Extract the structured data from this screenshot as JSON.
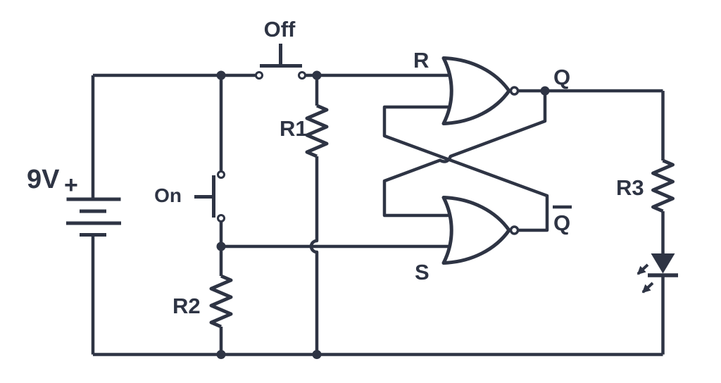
{
  "circuit": {
    "description": "SR latch circuit built from two cross-coupled NOR gates, powered by a 9V battery, with Off/On pushbuttons, pull resistors R1 and R2, and an LED with series resistor R3 driven from output Q",
    "colors": {
      "background": "#ffffff",
      "line": "#2e3444"
    },
    "labels": {
      "battery_voltage": "9V",
      "battery_polarity": "+",
      "button_off": "Off",
      "button_on": "On",
      "resistor1": "R1",
      "resistor2": "R2",
      "resistor3": "R3",
      "input_reset": "R",
      "input_set": "S",
      "output_q": "Q",
      "output_q_bar": "Q"
    },
    "components": {
      "battery": "9V battery (4-plate symbol, + at top)",
      "pushbuttons": [
        "Off (normally-open, in top supply rail)",
        "On (normally-open, to R/S node)"
      ],
      "resistors": [
        "R1",
        "R2",
        "R3"
      ],
      "gates": [
        "NOR gate with input R and output Q",
        "NOR gate with input S and output Q-bar"
      ],
      "led": "LED (down-pointing, two light-emission arrows)"
    }
  }
}
